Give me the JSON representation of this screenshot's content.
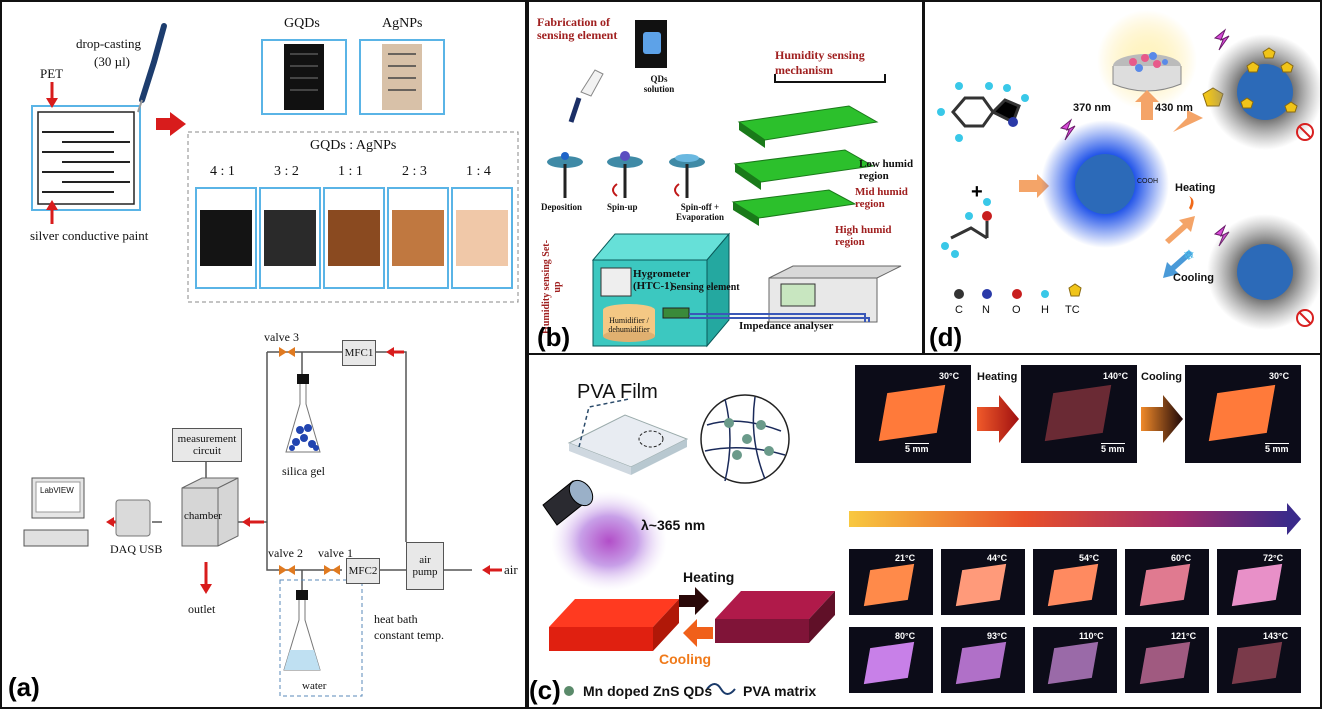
{
  "panel_a": {
    "label": "(a)",
    "drop_casting": "drop-casting",
    "volume": "(30 µl)",
    "pet": "PET",
    "silver_paint": "silver conductive paint",
    "gqds": "GQDs",
    "agnps": "AgNPs",
    "ratio_title": "GQDs : AgNPs",
    "ratios": [
      "4 : 1",
      "3 : 2",
      "1 : 1",
      "2 : 3",
      "1 : 4"
    ],
    "valve3": "valve 3",
    "mfc1": "MFC1",
    "measurement": "measurement circuit",
    "silica_gel": "silica gel",
    "chamber": "chamber",
    "daq": "DAQ USB",
    "labview": "LabVIEW",
    "valve2": "valve 2",
    "valve1": "valve 1",
    "mfc2": "MFC2",
    "air_pump": "air pump",
    "air": "air",
    "outlet": "outlet",
    "heat_bath": "heat bath",
    "constant_temp": "constant temp.",
    "water": "water"
  },
  "panel_b": {
    "label": "(b)",
    "fabrication": "Fabrication of sensing element",
    "qds_solution": "QDs solution",
    "deposition": "Deposition",
    "spin_up": "Spin-up",
    "spin_off": "Spin-off + Evaporation",
    "mechanism": "Humidity sensing mechanism",
    "low": "Low humid region",
    "mid": "Mid humid region",
    "high": "High humid region",
    "setup": "Humidity sensing Set-up",
    "hygrometer": "Hygrometer (HTC-1)",
    "humidifier": "Humidifier / dehumidifier",
    "sensing_element": "Sensing element",
    "impedance": "Impedance analyser"
  },
  "panel_c": {
    "label": "(c)",
    "pva_film": "PVA Film",
    "wavelength": "λ~365 nm",
    "heating": "Heating",
    "cooling": "Cooling",
    "legend_qd": "Mn doped ZnS QDs",
    "legend_pva": "PVA matrix",
    "top_temps": [
      "30°C",
      "140°C",
      "30°C"
    ],
    "scale": "5 mm",
    "grid_temps_row1": [
      "21°C",
      "44°C",
      "54°C",
      "60°C",
      "72°C"
    ],
    "grid_temps_row2": [
      "80°C",
      "93°C",
      "110°C",
      "121°C",
      "143°C"
    ]
  },
  "panel_d": {
    "label": "(d)",
    "nm370": "370 nm",
    "nm430": "430 nm",
    "heating": "Heating",
    "cooling": "Cooling",
    "cooh": "COOH",
    "legend": [
      "C",
      "N",
      "O",
      "H",
      "TC"
    ],
    "colors": {
      "C": "#333333",
      "N": "#2a3aa8",
      "O": "#c81e1e",
      "H": "#39c8e8",
      "TC": "#f0c419"
    }
  }
}
